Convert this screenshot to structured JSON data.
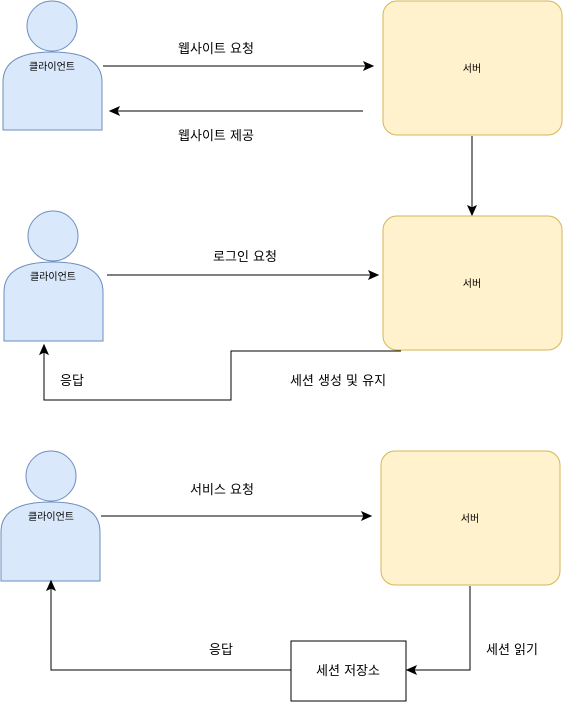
{
  "sections": [
    {
      "client_label": "클라이언트",
      "server_label": "서버",
      "request_label": "웹사이트 요청",
      "response_label": "웹사이트 제공"
    },
    {
      "client_label": "클라이언트",
      "server_label": "서버",
      "request_label": "로그인 요청",
      "session_label": "세션 생성 및 유지",
      "response_label": "응답"
    },
    {
      "client_label": "클라이언트",
      "server_label": "서버",
      "request_label": "서비스 요청",
      "read_label": "세션 읽기",
      "store_label": "세션 저장소",
      "response_label": "응답"
    }
  ],
  "colors": {
    "actor_fill": "#dae8fc",
    "actor_stroke": "#6c8ebf",
    "server_fill": "#fff2cc",
    "server_stroke": "#d6b656"
  }
}
